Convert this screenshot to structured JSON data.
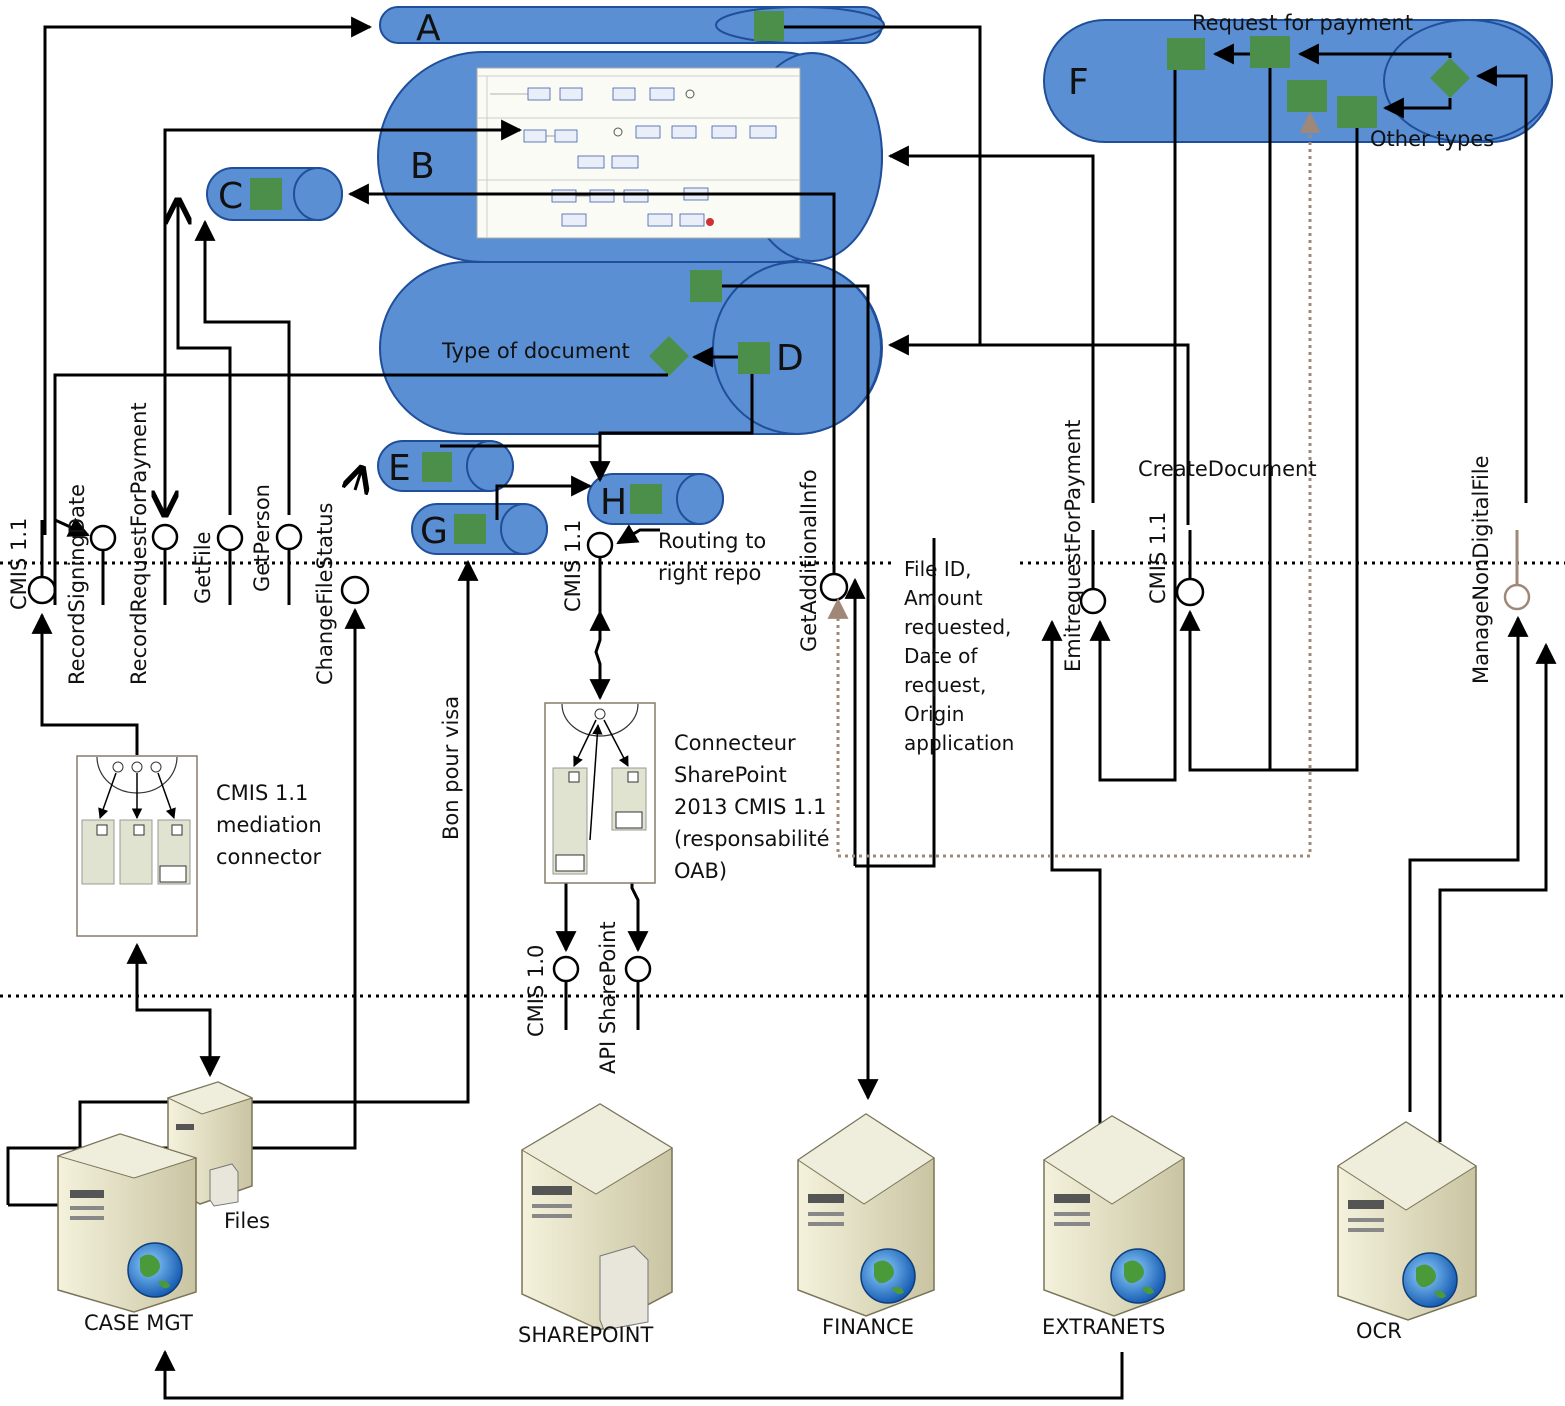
{
  "colors": {
    "component_fill": "#5b8fd4",
    "component_stroke": "#1f4e9a",
    "port_green": "#4b8f4a",
    "line": "#000000",
    "dotted_brown": "#a08878"
  },
  "components": {
    "A": "A",
    "B": "B",
    "C": "C",
    "D": "D",
    "E": "E",
    "F": "F",
    "G": "G",
    "H": "H"
  },
  "labels": {
    "request_for_payment": "Request for payment",
    "other_types": "Other types",
    "type_of_document": "Type of document",
    "routing_line1": "Routing to",
    "routing_line2": "right repo",
    "file_info": [
      "File ID,",
      "Amount",
      "requested,",
      "Date of",
      "request,",
      "Origin",
      "application"
    ],
    "bon_pour_visa": "Bon pour visa",
    "create_document": "CreateDocument",
    "mediation_connector": [
      "CMIS 1.1",
      "mediation",
      "connector"
    ],
    "sharepoint_connector": [
      "Connecteur",
      "SharePoint",
      "2013 CMIS 1.1",
      "(responsabilité",
      "OAB)"
    ],
    "files": "Files"
  },
  "interfaces": {
    "cmis11_left": "CMIS 1.1",
    "record_signing_date": "RecordSigningDate",
    "record_request_for_payment": "RecordRequestForPayment",
    "get_file": "GetFile",
    "get_person": "GetPerson",
    "change_file_status": "ChangeFileStatus",
    "cmis11_mid": "CMIS 1.1",
    "get_additional_info": "GetAdditionalInfo",
    "emit_request_for_payment": "EmitrequestForPayment",
    "cmis11_right": "CMIS 1.1",
    "manage_non_digital_file": "ManageNonDigitalFile",
    "cmis10": "CMIS 1.0",
    "api_sharepoint": "API SharePoint"
  },
  "servers": {
    "case_mgt": "CASE MGT",
    "sharepoint": "SHAREPOINT",
    "finance": "FINANCE",
    "extranets": "EXTRANETS",
    "ocr": "OCR"
  }
}
